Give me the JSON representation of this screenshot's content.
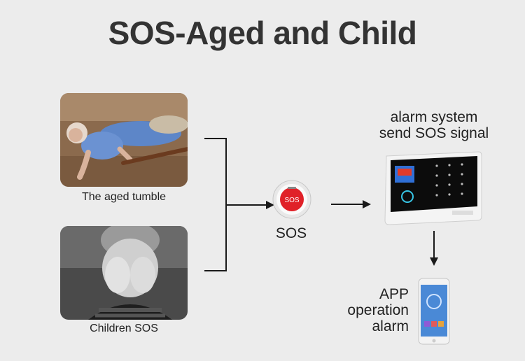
{
  "title": "SOS-Aged and Child",
  "inputs": [
    {
      "caption": "The aged tumble"
    },
    {
      "caption": "Children SOS"
    }
  ],
  "sos_button": {
    "label": "SOS",
    "button_text": "SOS"
  },
  "alarm": {
    "caption_line1": "alarm system",
    "caption_line2": "send SOS signal"
  },
  "app": {
    "caption_line1": "APP",
    "caption_line2": "operation",
    "caption_line3": "alarm"
  }
}
